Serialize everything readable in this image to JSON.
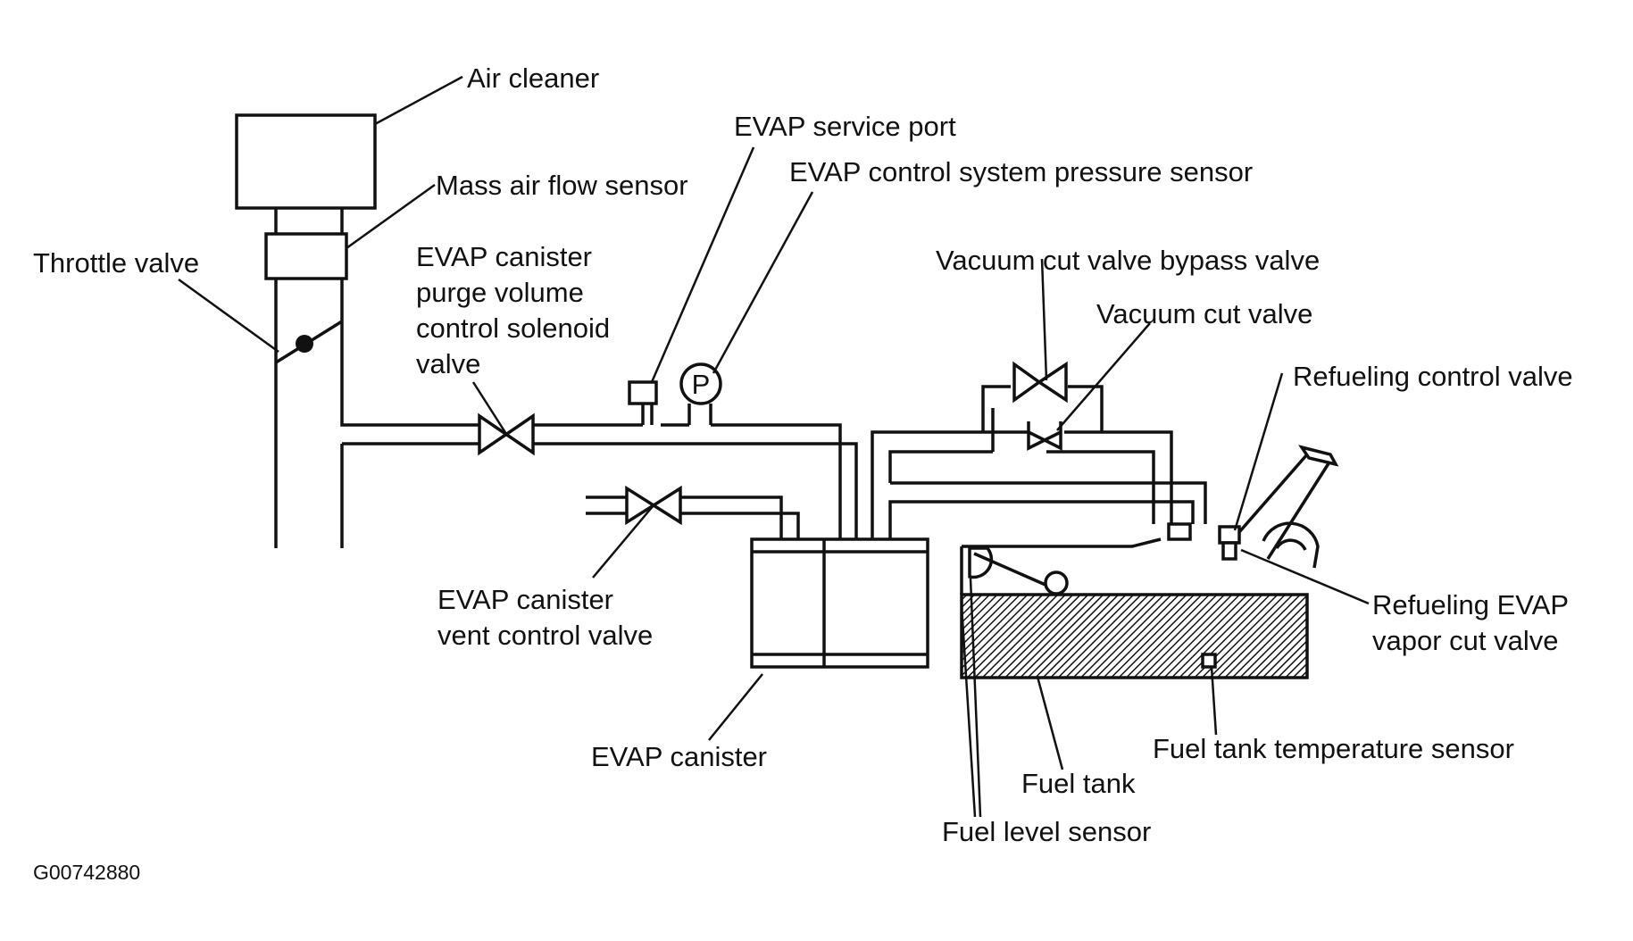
{
  "labels": {
    "air_cleaner": "Air cleaner",
    "mass_air_flow_sensor": "Mass air flow sensor",
    "throttle_valve": "Throttle valve",
    "purge_valve": [
      "EVAP canister",
      "purge volume",
      "control solenoid",
      "valve"
    ],
    "service_port": "EVAP service port",
    "pressure_sensor": "EVAP control system pressure sensor",
    "pressure_sensor_symbol": "P",
    "bypass_valve": "Vacuum cut valve bypass valve",
    "vacuum_cut_valve": "Vacuum cut valve",
    "refueling_control_valve": "Refueling control valve",
    "refueling_evap_vapor_cut_valve": [
      "Refueling EVAP",
      "vapor cut valve"
    ],
    "vent_control_valve": [
      "EVAP canister",
      "vent control valve"
    ],
    "evap_canister": "EVAP canister",
    "fuel_tank_temperature_sensor": "Fuel tank temperature sensor",
    "fuel_tank": "Fuel tank",
    "fuel_level_sensor": "Fuel level sensor"
  },
  "figure_id": "G00742880",
  "colors": {
    "line": "#111111",
    "background": "#ffffff"
  }
}
